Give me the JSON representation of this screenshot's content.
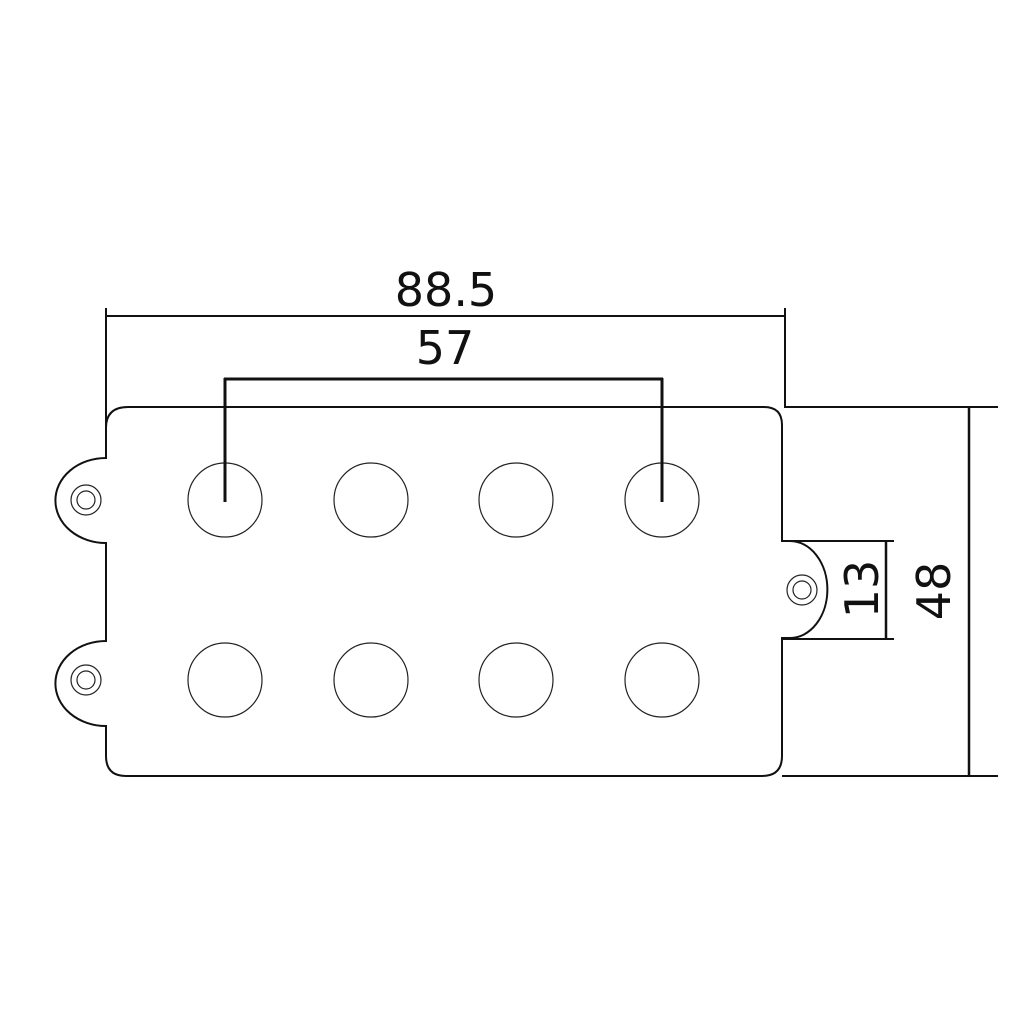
{
  "diagram": {
    "dimensions": {
      "overall_width": "88.5",
      "pole_span": "57",
      "mount_tab_height": "13",
      "overall_height": "48"
    },
    "pole_pieces": {
      "rows": 2,
      "per_row": 4
    },
    "mounting_holes": 3
  }
}
